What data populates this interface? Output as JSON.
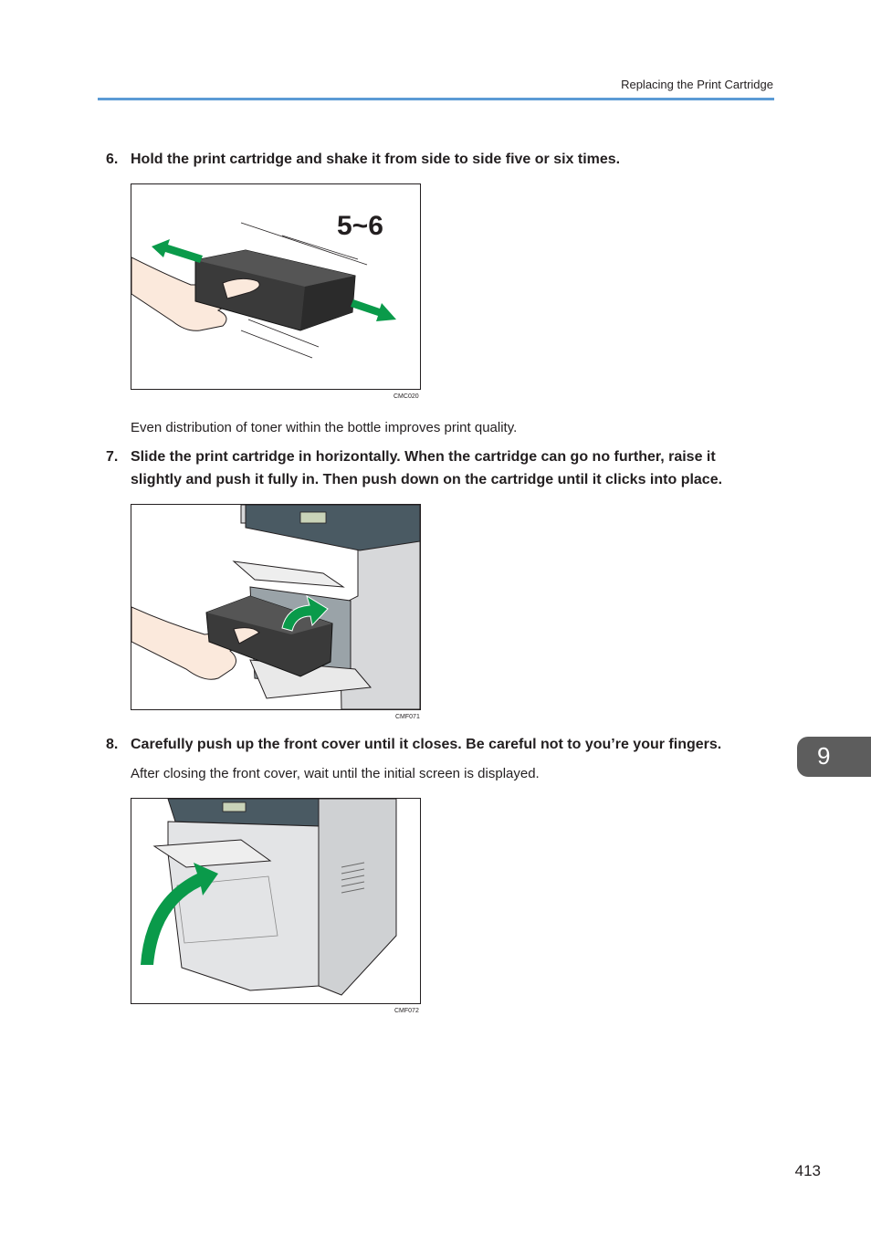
{
  "header": {
    "title": "Replacing the Print Cartridge"
  },
  "steps": [
    {
      "number": "6.",
      "text": "Hold the print cartridge and shake it from side to side five or six times."
    },
    {
      "number": "7.",
      "text": "Slide the print cartridge in horizontally. When the cartridge can go no further, raise it slightly and push it fully in. Then push down on the cartridge until it clicks into place."
    },
    {
      "number": "8.",
      "text": "Carefully push up the front cover until it closes. Be careful not to you’re your fingers."
    }
  ],
  "notes": {
    "step6": "Even distribution of toner within the bottle improves print quality.",
    "step8": "After closing the front cover, wait until the initial screen is displayed."
  },
  "figures": [
    {
      "code": "CMC020",
      "shake_label": "5~6"
    },
    {
      "code": "CMF071"
    },
    {
      "code": "CMF072"
    }
  ],
  "chapter_tab": "9",
  "page_number": "413",
  "colors": {
    "rule": "#5b9bd5",
    "arrow": "#0a9a4a",
    "tab": "#5d5d5d"
  }
}
